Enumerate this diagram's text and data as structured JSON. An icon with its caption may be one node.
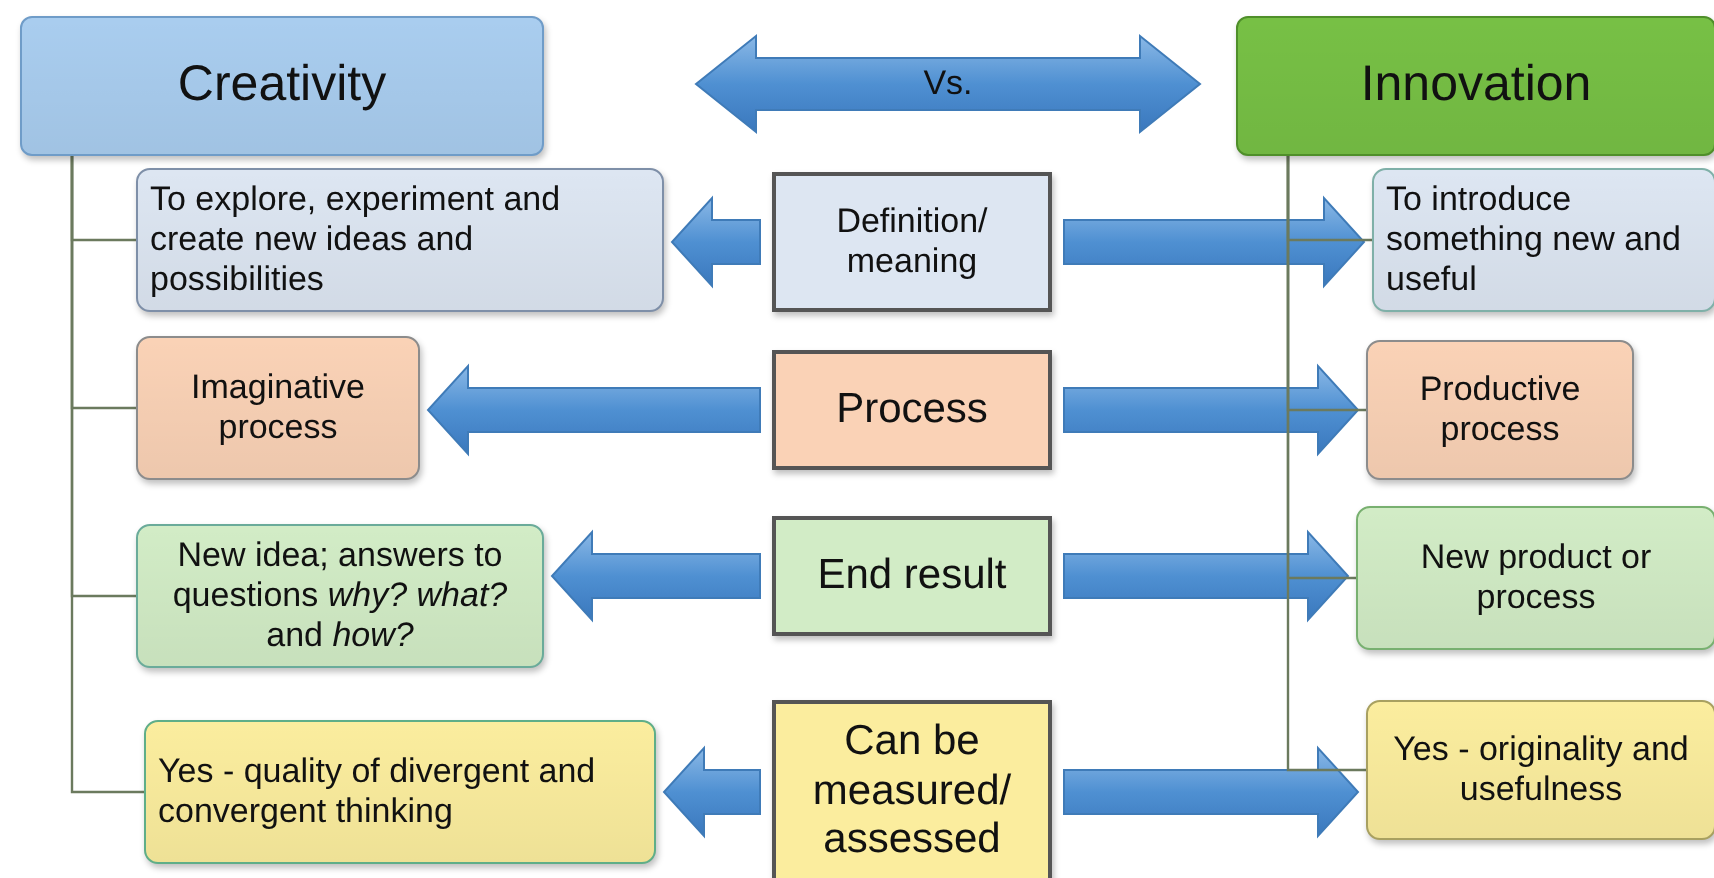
{
  "diagram": {
    "nodes": [
      {
        "text": [
          "Creativity"
        ]
      },
      {
        "text": [
          "Innovation"
        ]
      },
      {
        "text": [
          "To explore, experiment and create new ideas and possibilities"
        ]
      },
      {
        "text": [
          "Definition/ meaning"
        ]
      },
      {
        "text": [
          "To introduce something new and useful"
        ]
      },
      {
        "text": [
          "Imaginative process"
        ]
      },
      {
        "text": [
          "Process"
        ]
      },
      {
        "text": [
          "Productive process"
        ]
      },
      {
        "text": [
          "New idea; answers to questions *why?* *what?* and *how?*"
        ]
      },
      {
        "text": [
          "End result"
        ]
      },
      {
        "text": [
          "New product or process"
        ]
      },
      {
        "text": [
          "Yes - quality of divergent and convergent thinking"
        ]
      },
      {
        "text": [
          "Can be measured/ assessed"
        ]
      },
      {
        "text": [
          "Yes - originality and usefulness"
        ]
      }
    ],
    "edges": [
      {
        "from": 0,
        "to": 1,
        "arrow": "both",
        "label": "Vs.",
        "style": "thick"
      },
      {
        "from": 3,
        "to": 2,
        "arrow": "to",
        "style": "thick"
      },
      {
        "from": 3,
        "to": 4,
        "arrow": "to",
        "style": "thick"
      },
      {
        "from": 6,
        "to": 5,
        "arrow": "to",
        "style": "thick"
      },
      {
        "from": 6,
        "to": 7,
        "arrow": "to",
        "style": "thick"
      },
      {
        "from": 9,
        "to": 8,
        "arrow": "to",
        "style": "thick"
      },
      {
        "from": 9,
        "to": 10,
        "arrow": "to",
        "style": "thick"
      },
      {
        "from": 12,
        "to": 11,
        "arrow": "to",
        "style": "thick"
      },
      {
        "from": 12,
        "to": 13,
        "arrow": "to",
        "style": "thick"
      },
      {
        "from": 0,
        "to": 2,
        "arrow": "none"
      },
      {
        "from": 0,
        "to": 5,
        "arrow": "none"
      },
      {
        "from": 0,
        "to": 8,
        "arrow": "none"
      },
      {
        "from": 0,
        "to": 11,
        "arrow": "none"
      },
      {
        "from": 1,
        "to": 4,
        "arrow": "none"
      },
      {
        "from": 1,
        "to": 7,
        "arrow": "none"
      },
      {
        "from": 1,
        "to": 10,
        "arrow": "none"
      },
      {
        "from": 1,
        "to": 13,
        "arrow": "none"
      }
    ]
  }
}
